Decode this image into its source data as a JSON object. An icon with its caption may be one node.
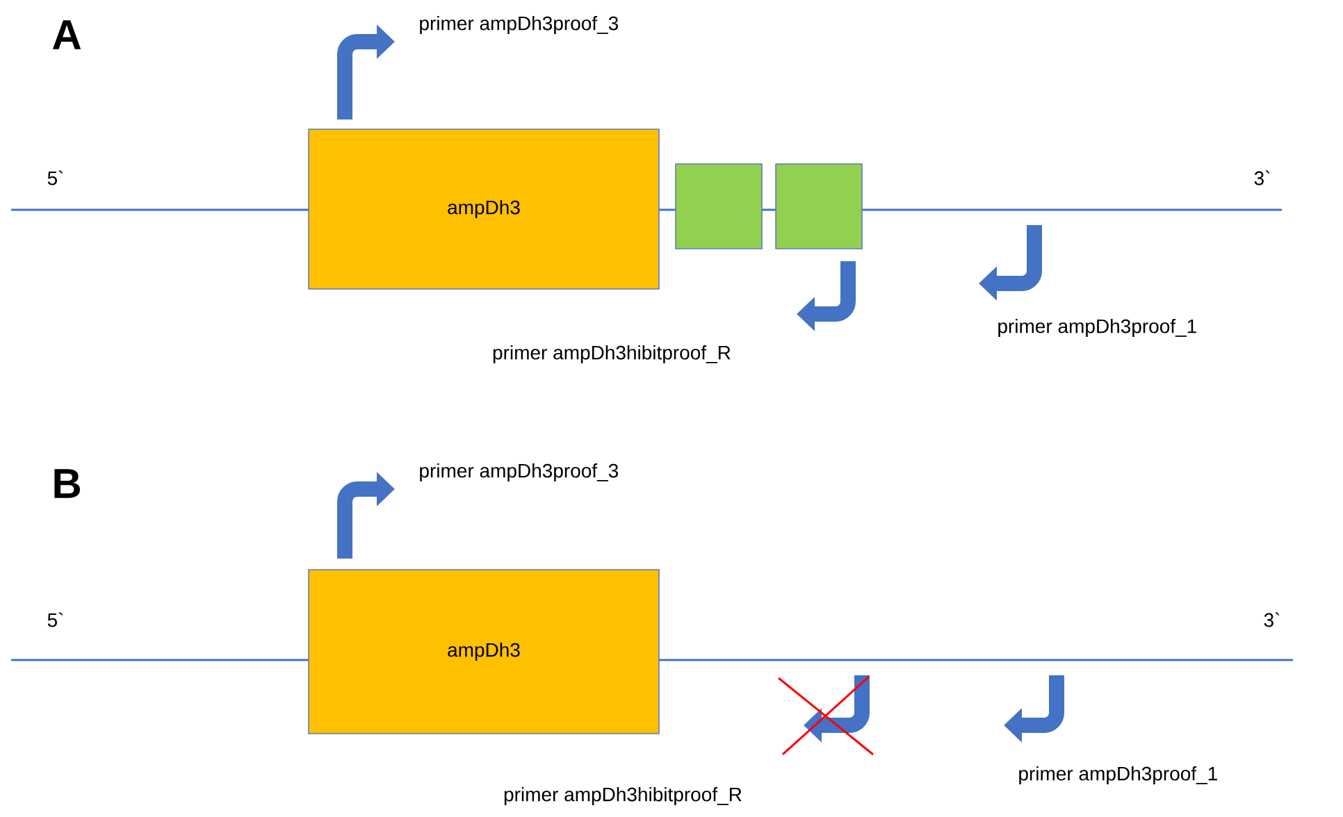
{
  "diagram": {
    "nodes": [
      {
        "text": [
          "ampDh3"
        ]
      },
      {
        "text": [],
        "shape": "box"
      },
      {
        "text": [],
        "shape": "box"
      },
      {
        "text": [
          "ampDh3"
        ]
      }
    ],
    "labels": [
      "A",
      "primer ampDh3proof_3",
      "5`",
      "3`",
      "primer ampDh3proof_1",
      "primer ampDh3hibitproof_R",
      "B",
      "primer ampDh3proof_3",
      "5`",
      "3`",
      "primer ampDh3proof_1",
      "primer ampDh3hibitproof_R"
    ]
  }
}
